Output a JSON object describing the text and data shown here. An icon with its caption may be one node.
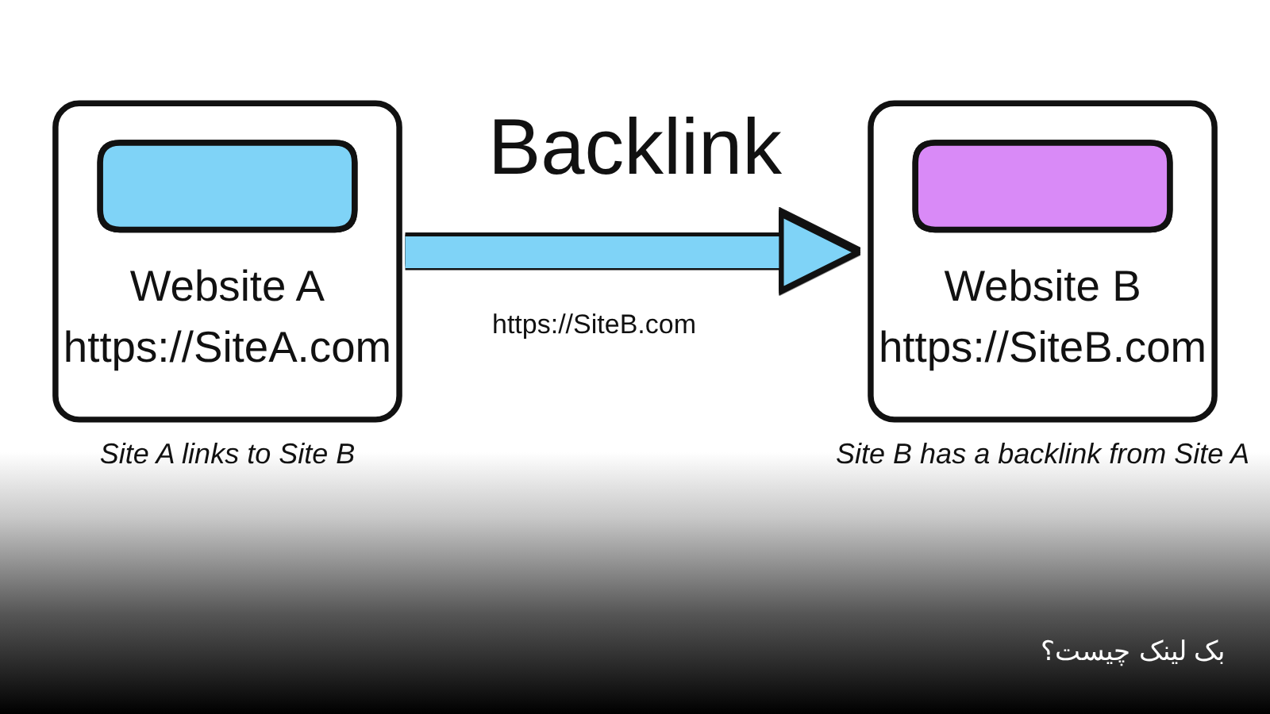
{
  "diagram": {
    "caption": "بک لینک چیست؟",
    "nodes": [
      {
        "text": [
          "Website A",
          "https://SiteA.com"
        ],
        "beside": [
          "Site A links to Site B"
        ]
      },
      {
        "text": [],
        "shape": "bar",
        "in": 0
      },
      {
        "text": [
          "Website B",
          "https://SiteB.com"
        ],
        "beside": [
          "Site B has a backlink from Site A"
        ]
      },
      {
        "text": [],
        "shape": "bar",
        "in": 2
      }
    ],
    "edges": [
      {
        "from": 0,
        "to": 2,
        "arrow": "to",
        "label": "Backlink",
        "color": "#7fd3f7"
      }
    ],
    "labels": [
      "https://SiteB.com"
    ]
  }
}
